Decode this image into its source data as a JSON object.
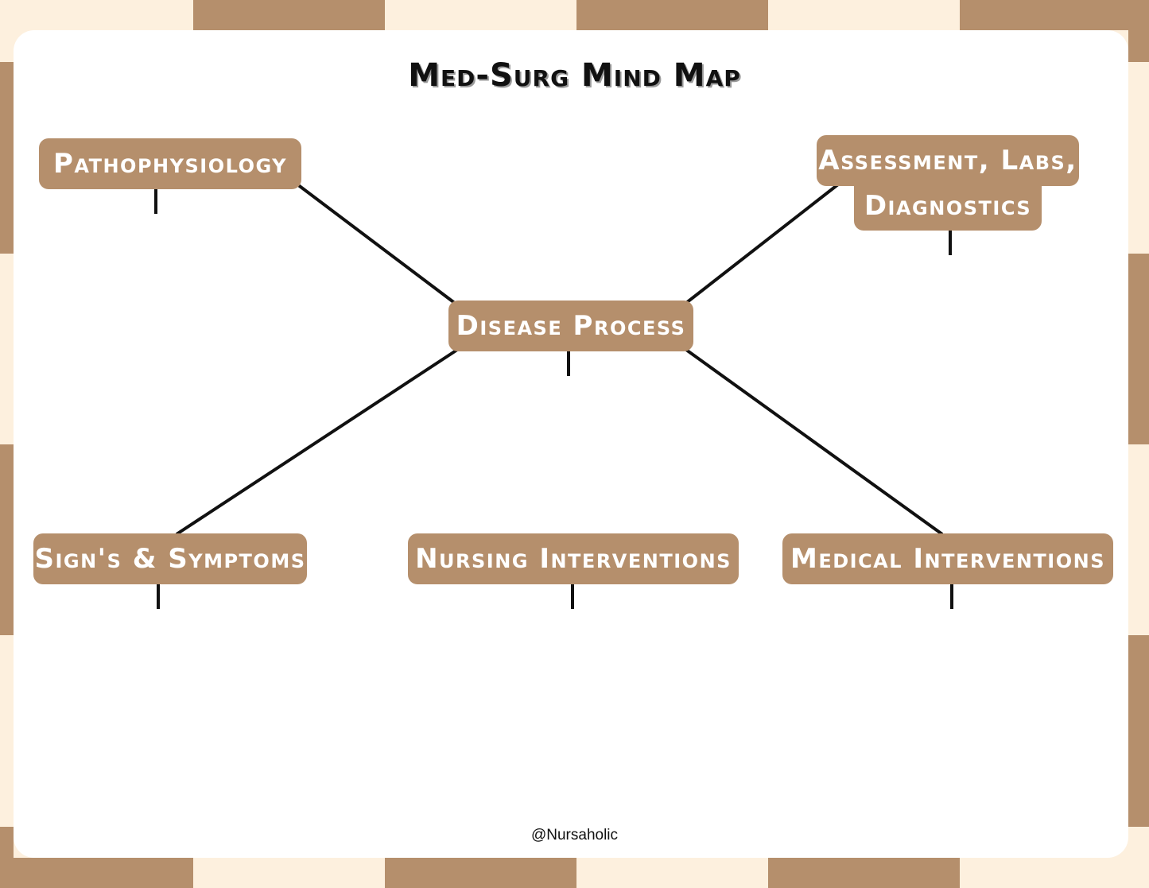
{
  "title": "Med-Surg Mind Map",
  "colors": {
    "node": "#B58F6C",
    "background": "#FDF0DE",
    "card": "#FFFFFF",
    "line": "#111111"
  },
  "nodes": {
    "center": "Disease Process",
    "pathophysiology": "Pathophysiology",
    "assessment_line1": "Assessment, Labs,",
    "assessment_line2": "Diagnostics",
    "signs_symptoms": "Sign's & Symptoms",
    "nursing_interventions": "Nursing Interventions",
    "medical_interventions": "Medical Interventions"
  },
  "footer": "@Nursaholic"
}
